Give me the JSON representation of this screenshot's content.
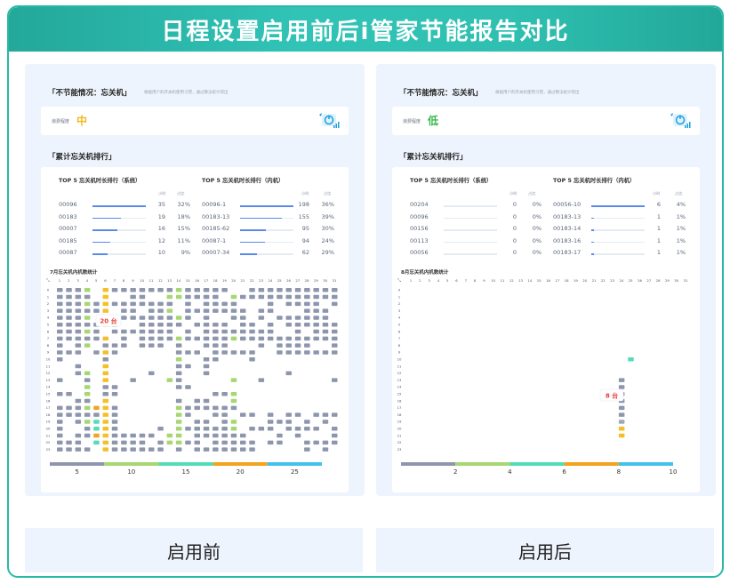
{
  "page": {
    "title": "日程设置启用前后i管家节能报告对比"
  },
  "colors": {
    "accent": "#2bb6a6",
    "bar": "#5b8ae8",
    "gray": "#8e96ad",
    "green": "#a7d771",
    "yellow": "#f4c02a",
    "mint": "#52dcb8",
    "orange": "#f3a31f",
    "blue_seg": "#41c2ea",
    "red": "#e8423b"
  },
  "panels": [
    {
      "id": "before",
      "section_title": "「不节能情况：忘关机」",
      "section_desc": "根据用户的开关机使用习惯，通过算法统计得出",
      "level_label": "浪费程度",
      "level_value": "中",
      "level_color": "#f1b91c",
      "rank_title": "「累计忘关机排行」",
      "sys_title": "TOP 5 忘关机时长排行（系统）",
      "inner_title": "TOP 5 忘关机时长排行（内机）",
      "col_hours": "小时",
      "col_pct": "占比",
      "sys_rows": [
        {
          "id": "00096",
          "hours": "35",
          "pct": "32%",
          "frac": 1.0
        },
        {
          "id": "00183",
          "hours": "19",
          "pct": "18%",
          "frac": 0.54
        },
        {
          "id": "00007",
          "hours": "16",
          "pct": "15%",
          "frac": 0.46
        },
        {
          "id": "00185",
          "hours": "12",
          "pct": "11%",
          "frac": 0.34
        },
        {
          "id": "00087",
          "hours": "10",
          "pct": "9%",
          "frac": 0.29
        }
      ],
      "inner_rows": [
        {
          "id": "00096-1",
          "hours": "198",
          "pct": "36%",
          "frac": 1.0
        },
        {
          "id": "00183-13",
          "hours": "155",
          "pct": "39%",
          "frac": 0.78
        },
        {
          "id": "00185-62",
          "hours": "95",
          "pct": "30%",
          "frac": 0.48
        },
        {
          "id": "00087-1",
          "hours": "94",
          "pct": "24%",
          "frac": 0.47
        },
        {
          "id": "00007-34",
          "hours": "62",
          "pct": "29%",
          "frac": 0.31
        }
      ],
      "heat_title": "7月忘关机内机数统计",
      "tooltip": "20 台",
      "scale_ticks": [
        "5",
        "10",
        "15",
        "20",
        "25"
      ],
      "footer": "启用前"
    },
    {
      "id": "after",
      "section_title": "「不节能情况：忘关机」",
      "section_desc": "根据用户的开关机使用习惯，通过算法统计得出",
      "level_label": "浪费程度",
      "level_value": "低",
      "level_color": "#35b84a",
      "rank_title": "「累计忘关机排行」",
      "sys_title": "TOP 5 忘关机时长排行（系统）",
      "inner_title": "TOP 5 忘关机时长排行（内机）",
      "col_hours": "小时",
      "col_pct": "占比",
      "sys_rows": [
        {
          "id": "00204",
          "hours": "0",
          "pct": "0%",
          "frac": 0
        },
        {
          "id": "00096",
          "hours": "0",
          "pct": "0%",
          "frac": 0
        },
        {
          "id": "00156",
          "hours": "0",
          "pct": "0%",
          "frac": 0
        },
        {
          "id": "00113",
          "hours": "0",
          "pct": "0%",
          "frac": 0
        },
        {
          "id": "00056",
          "hours": "0",
          "pct": "0%",
          "frac": 0
        }
      ],
      "inner_rows": [
        {
          "id": "00056-10",
          "hours": "6",
          "pct": "4%",
          "frac": 1.0
        },
        {
          "id": "00183-13",
          "hours": "1",
          "pct": "1%",
          "frac": 0.05
        },
        {
          "id": "00183-14",
          "hours": "1",
          "pct": "1%",
          "frac": 0.05
        },
        {
          "id": "00183-16",
          "hours": "1",
          "pct": "1%",
          "frac": 0.05
        },
        {
          "id": "00183-17",
          "hours": "1",
          "pct": "1%",
          "frac": 0.05
        }
      ],
      "heat_title": "8月忘关机内机数统计",
      "tooltip": "8 台",
      "scale_ticks": [
        "2",
        "4",
        "6",
        "8",
        "10"
      ],
      "footer": "启用后"
    }
  ]
}
